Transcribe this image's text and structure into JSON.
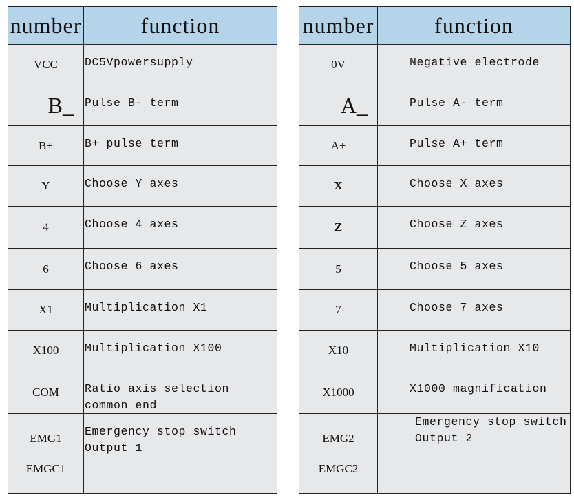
{
  "left": {
    "header": {
      "number": "number",
      "function": "function"
    },
    "rows": [
      {
        "number": [
          "VCC"
        ],
        "function": "DC5Vpowersupply"
      },
      {
        "number": [
          "B_"
        ],
        "function": "Pulse B- term",
        "big": true
      },
      {
        "number": [
          "B+"
        ],
        "function": "B+ pulse term"
      },
      {
        "number": [
          "Y"
        ],
        "function": "Choose Y axes"
      },
      {
        "number": [
          "4"
        ],
        "function": "Choose 4 axes"
      },
      {
        "number": [
          "6"
        ],
        "function": "Choose 6 axes"
      },
      {
        "number": [
          "X1"
        ],
        "function": "Multiplication X1"
      },
      {
        "number": [
          "X100"
        ],
        "function": "Multiplication X100"
      },
      {
        "number": [
          "COM"
        ],
        "function": "Ratio axis selection\ncommon end"
      },
      {
        "number": [
          "EMG1",
          "EMGC1"
        ],
        "function": "Emergency stop switch\nOutput 1"
      }
    ]
  },
  "right": {
    "header": {
      "number": "number",
      "function": "function"
    },
    "rows": [
      {
        "number": [
          "0V"
        ],
        "function": "Negative electrode"
      },
      {
        "number": [
          "A_"
        ],
        "function": "Pulse A- term",
        "big": true
      },
      {
        "number": [
          "A+"
        ],
        "function": "Pulse A+ term"
      },
      {
        "number": [
          "X"
        ],
        "function": "Choose X axes",
        "bold": true
      },
      {
        "number": [
          "Z"
        ],
        "function": "Choose Z axes",
        "bold": true
      },
      {
        "number": [
          "5"
        ],
        "function": "Choose 5 axes"
      },
      {
        "number": [
          "7"
        ],
        "function": "Choose 7 axes"
      },
      {
        "number": [
          "X10"
        ],
        "function": "Multiplication X10"
      },
      {
        "number": [
          "X1000"
        ],
        "function": "X1000 magnification"
      },
      {
        "number": [
          "EMG2",
          "EMGC2"
        ],
        "function": "Emergency stop switch\nOutput 2"
      }
    ]
  },
  "colors": {
    "header_bg": "#b5d4ea",
    "cell_bg": "#e7e8ea",
    "border": "#222222"
  }
}
